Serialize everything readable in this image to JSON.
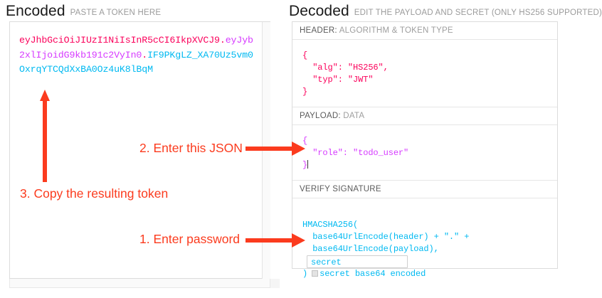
{
  "encoded": {
    "title": "Encoded",
    "subtitle": "PASTE A TOKEN HERE",
    "token": {
      "header_b64": "eyJhbGciOiJIUzI1NiIsInR5cCI6IkpXVCJ9",
      "dot1": ".",
      "payload_b64": "eyJyb2xlIjoidG9kb191c2VyIn0",
      "dot2": ".",
      "signature_b64": "IF9PKgLZ_XA70Uz5vm0OxrqYTCQdXxBA0Oz4uK8lBqM",
      "full": "eyJhbGciOiJIUzI1NiIsInR5cCI6IkpXVCJ9.eyJyb2xlIjoidG9kb191c2VyIn0.IF9PKgLZ_XA70Uz5vm0OxrqYTCQdXxBA0Oz4uK8lBqM"
    }
  },
  "decoded": {
    "title": "Decoded",
    "subtitle": "EDIT THE PAYLOAD AND SECRET (ONLY HS256 SUPPORTED)",
    "header_section": {
      "label_strong": "HEADER:",
      "label_rest": "ALGORITHM & TOKEN TYPE",
      "content": "{\n  \"alg\": \"HS256\",\n  \"typ\": \"JWT\"\n}"
    },
    "payload_section": {
      "label_strong": "PAYLOAD:",
      "label_rest": "DATA",
      "content": "{\n  \"role\": \"todo_user\"\n}"
    },
    "signature_section": {
      "label_strong": "VERIFY SIGNATURE",
      "label_rest": "",
      "line1": "HMACSHA256(",
      "line2": "  base64UrlEncode(header) + \".\" +",
      "line3": "  base64UrlEncode(payload),",
      "secret_value": "secret",
      "closing_paren": ")",
      "base64_label": "secret base64 encoded",
      "base64_checked": false
    }
  },
  "annotations": {
    "step1": "1. Enter password",
    "step2": "2. Enter this JSON",
    "step3": "3. Copy the resulting token"
  },
  "colors": {
    "header_pink": "#fb015b",
    "payload_purple": "#d63aff",
    "signature_blue": "#00b9f1",
    "annotation_red": "#fb3b1e"
  }
}
